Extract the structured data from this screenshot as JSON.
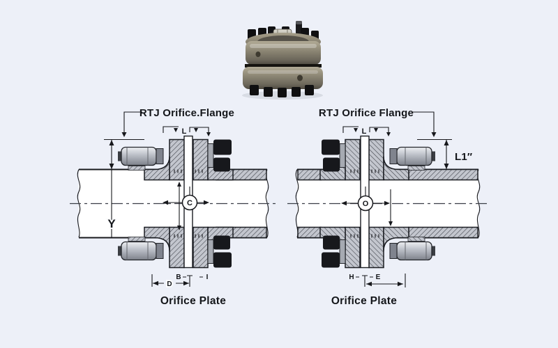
{
  "page": {
    "background": "#edf0f8",
    "line_color": "#17181c",
    "hatch_fill": "#c3c6ce"
  },
  "photo": {
    "icon": "orifice-flange-photo"
  },
  "left": {
    "title": "RTJ Orifice.Flange",
    "l": "L",
    "y": "Y",
    "c": "C",
    "b": "B",
    "i": "I",
    "d": "D",
    "caption": "Orifice Plate"
  },
  "right": {
    "title": "RTJ Orifice Flange",
    "l": "L",
    "l1": "L1″",
    "o": "O",
    "h": "H",
    "e": "E",
    "caption": "Orifice Plate"
  }
}
